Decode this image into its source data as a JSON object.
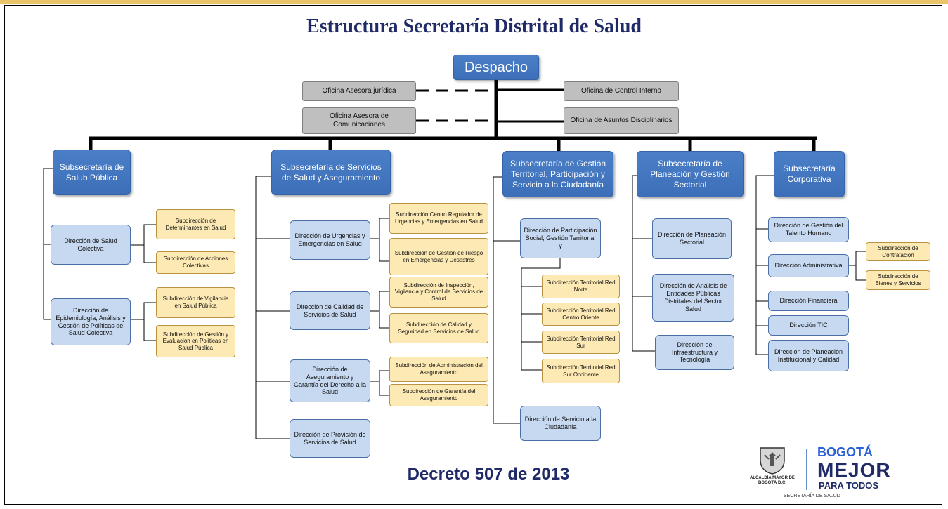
{
  "title": "Estructura Secretaría Distrital de Salud",
  "decree": "Decreto 507 de 2013",
  "despacho": "Despacho",
  "offices": {
    "juridica": "Oficina Asesora jurídica",
    "comunicaciones": "Oficina Asesora de Comunicaciones",
    "control_interno": "Oficina de Control Interno",
    "disciplinarios": "Oficina de Asuntos Disciplinarios"
  },
  "subsecretarias": {
    "salud_publica": "Subsecretaría de Salub Pública",
    "servicios": "Subsecretaría de Servicios de Salud y Aseguramiento",
    "gestion_territorial": "Subsecretaría de Gestión Territorial, Participación y Servicio a la Ciudadanía",
    "planeacion": "Subsecretaría de Planeación y Gestión Sectorial",
    "corporativa": "Subsecretaría Corporativa"
  },
  "salud_publica": {
    "salud_colectiva": "Dirección de Salud Colectiva",
    "determinantes": "Subdirección de Determinantes en Salud",
    "acciones_colectivas": "Subdirección de Acciones Colectivas",
    "epidemiologia": "Dirección de Epidemiología, Análisis y Gestión de Políticas de Salud Colectiva",
    "vigilancia": "Subdirección de Vigilancia en Salud Pública",
    "gestion_evaluacion": "Subdirección de Gestión y Evaluación en Políticas en Salud Pública"
  },
  "servicios": {
    "urgencias": "Dirección de Urgencias y Emergencias en Salud",
    "centro_regulador": "Subdirección Centro Regulador de Urgencias y Emergencias en Salud",
    "gestion_riesgo": "Subdirección de Gestión de Riesgo en Emergencias y Desastres",
    "calidad": "Dirección de Calidad de Servicios de Salud",
    "inspeccion": "Subdirección de Inspección, Vigilancia y Control de Servicios de Salud",
    "calidad_seguridad": "Subdirección de Calidad y Seguridad en Servicios de Salud",
    "aseguramiento": "Dirección de Aseguramiento y Garantía del Derecho a la Salud",
    "admin_aseguramiento": "Subdirección de Administración del Aseguramiento",
    "garantia_aseguramiento": "Subdirección de Garantía del Aseguramiento",
    "provision": "Dirección de Provisión de Servicios de Salud"
  },
  "territorial": {
    "participacion": "Dirección de Participación Social, Gestión Territorial y",
    "red_norte": "Subdirección Territorial Red Norte",
    "red_centro_oriente": "Subdirección Territorial Red Centro Oriente",
    "red_sur": "Subdirección Territorial Red Sur",
    "red_sur_occidente": "Subdirección Territorial Red Sur Occidente",
    "servicio_ciudadania": "Dirección de Servicio a la Ciudadanía"
  },
  "planeacion": {
    "planeacion_sectorial": "Dirección de Planeación Sectorial",
    "analisis_entidades": "Dirección de Análisis de Entidades Públicas Distritales del Sector Salud",
    "infraestructura": "Dirección de Infraestructura y Tecnología"
  },
  "corporativa": {
    "talento_humano": "Dirección de Gestión del Talento Humano",
    "administrativa": "Dirección Administrativa",
    "contratacion": "Subdirección de Contratación",
    "bienes_servicios": "Subdirección de Bienes y Servicios",
    "financiera": "Dirección Financiera",
    "tic": "Dirección TIC",
    "planeacion_institucional": "Dirección de Planeación Institucional y Calidad"
  },
  "logo": {
    "alcaldia": "ALCALDÍA MAYOR DE BOGOTÁ D.C.",
    "bogota": "BOGOTÁ",
    "mejor": "MEJOR",
    "para_todos": "PARA TODOS",
    "secretaria": "SECRETARÍA DE SALUD"
  },
  "colors": {
    "title": "#1f2a66",
    "dark_box": "#4a7fc8",
    "light_box": "#c6d9f1",
    "yellow_box": "#fde9b3",
    "gray_box": "#bfbfbf"
  }
}
